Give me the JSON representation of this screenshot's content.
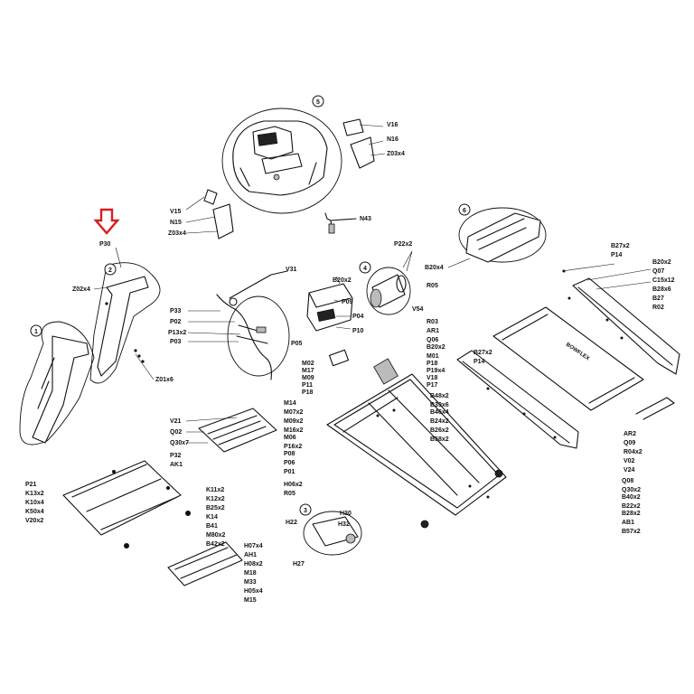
{
  "diagram": {
    "subassemblies": [
      "1",
      "2",
      "3",
      "4",
      "5",
      "6"
    ],
    "labels": [
      "V16",
      "N16",
      "Z03x4",
      "V15",
      "N15",
      "Z03x4",
      "N43",
      "P30",
      "Z02x4",
      "Z01x6",
      "V31",
      "B20x2",
      "P09",
      "P04",
      "P10",
      "P33",
      "P02",
      "P13x2",
      "P03",
      "P05",
      "P22x2",
      "B20x4",
      "R05",
      "V54",
      "B27x2",
      "P14",
      "B20x2",
      "Q07",
      "C15x12",
      "B28x6",
      "B27",
      "R02",
      "R03",
      "AR1",
      "Q06",
      "B20x2",
      "M01",
      "P18",
      "P19x4",
      "V18",
      "P17",
      "B27x2",
      "P14",
      "M02",
      "M17",
      "M09",
      "P11",
      "P18",
      "M14",
      "M07x2",
      "M09x2",
      "M16x2",
      "M06",
      "P16x2",
      "P08",
      "P06",
      "P01",
      "H06x2",
      "R05",
      "B48x2",
      "B39x6",
      "B46x4",
      "B24x2",
      "B26x2",
      "B58x2",
      "V21",
      "Q02",
      "Q30x7",
      "P32",
      "AK1",
      "P21",
      "K13x2",
      "K10x4",
      "K50x4",
      "V20x2",
      "K11x2",
      "K12x2",
      "B25x2",
      "K14",
      "B41",
      "M80x2",
      "B42x2",
      "H07x4",
      "AH1",
      "H08x2",
      "M18",
      "M33",
      "H05x4",
      "M15",
      "H30",
      "H22",
      "H32",
      "H27",
      "AR2",
      "Q09",
      "R04x2",
      "V02",
      "V24",
      "Q08",
      "Q30x2",
      "B40x2",
      "B22x2",
      "B28x2",
      "AB1",
      "B57x2"
    ],
    "brand_text": "BOWFLEX",
    "pointer_color": "#d81e1e"
  }
}
